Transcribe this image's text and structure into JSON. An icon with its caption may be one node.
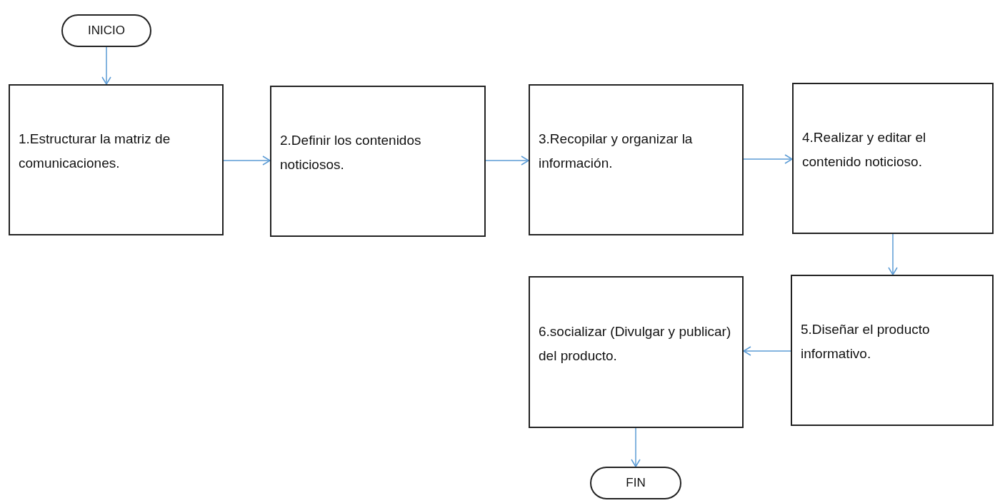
{
  "diagram": {
    "nodes": [
      {
        "text": [
          "INICIO"
        ]
      },
      {
        "text": [
          "1.Estructurar la matriz de comunicaciones."
        ]
      },
      {
        "text": [
          "2.Definir los contenidos noticiosos."
        ]
      },
      {
        "text": [
          "3.Recopilar y organizar la información."
        ]
      },
      {
        "text": [
          "4.Realizar y editar el contenido noticioso."
        ]
      },
      {
        "text": [
          "5.Diseñar el producto informativo."
        ]
      },
      {
        "text": [
          "6.socializar (Divulgar y publicar) del producto."
        ]
      },
      {
        "text": [
          "FIN"
        ]
      }
    ],
    "edges": [
      {
        "from": 0,
        "to": 1,
        "arrow": "to"
      },
      {
        "from": 1,
        "to": 2,
        "arrow": "to"
      },
      {
        "from": 2,
        "to": 3,
        "arrow": "to"
      },
      {
        "from": 3,
        "to": 4,
        "arrow": "to"
      },
      {
        "from": 4,
        "to": 5,
        "arrow": "to"
      },
      {
        "from": 5,
        "to": 6,
        "arrow": "to"
      },
      {
        "from": 6,
        "to": 7,
        "arrow": "to"
      }
    ]
  }
}
